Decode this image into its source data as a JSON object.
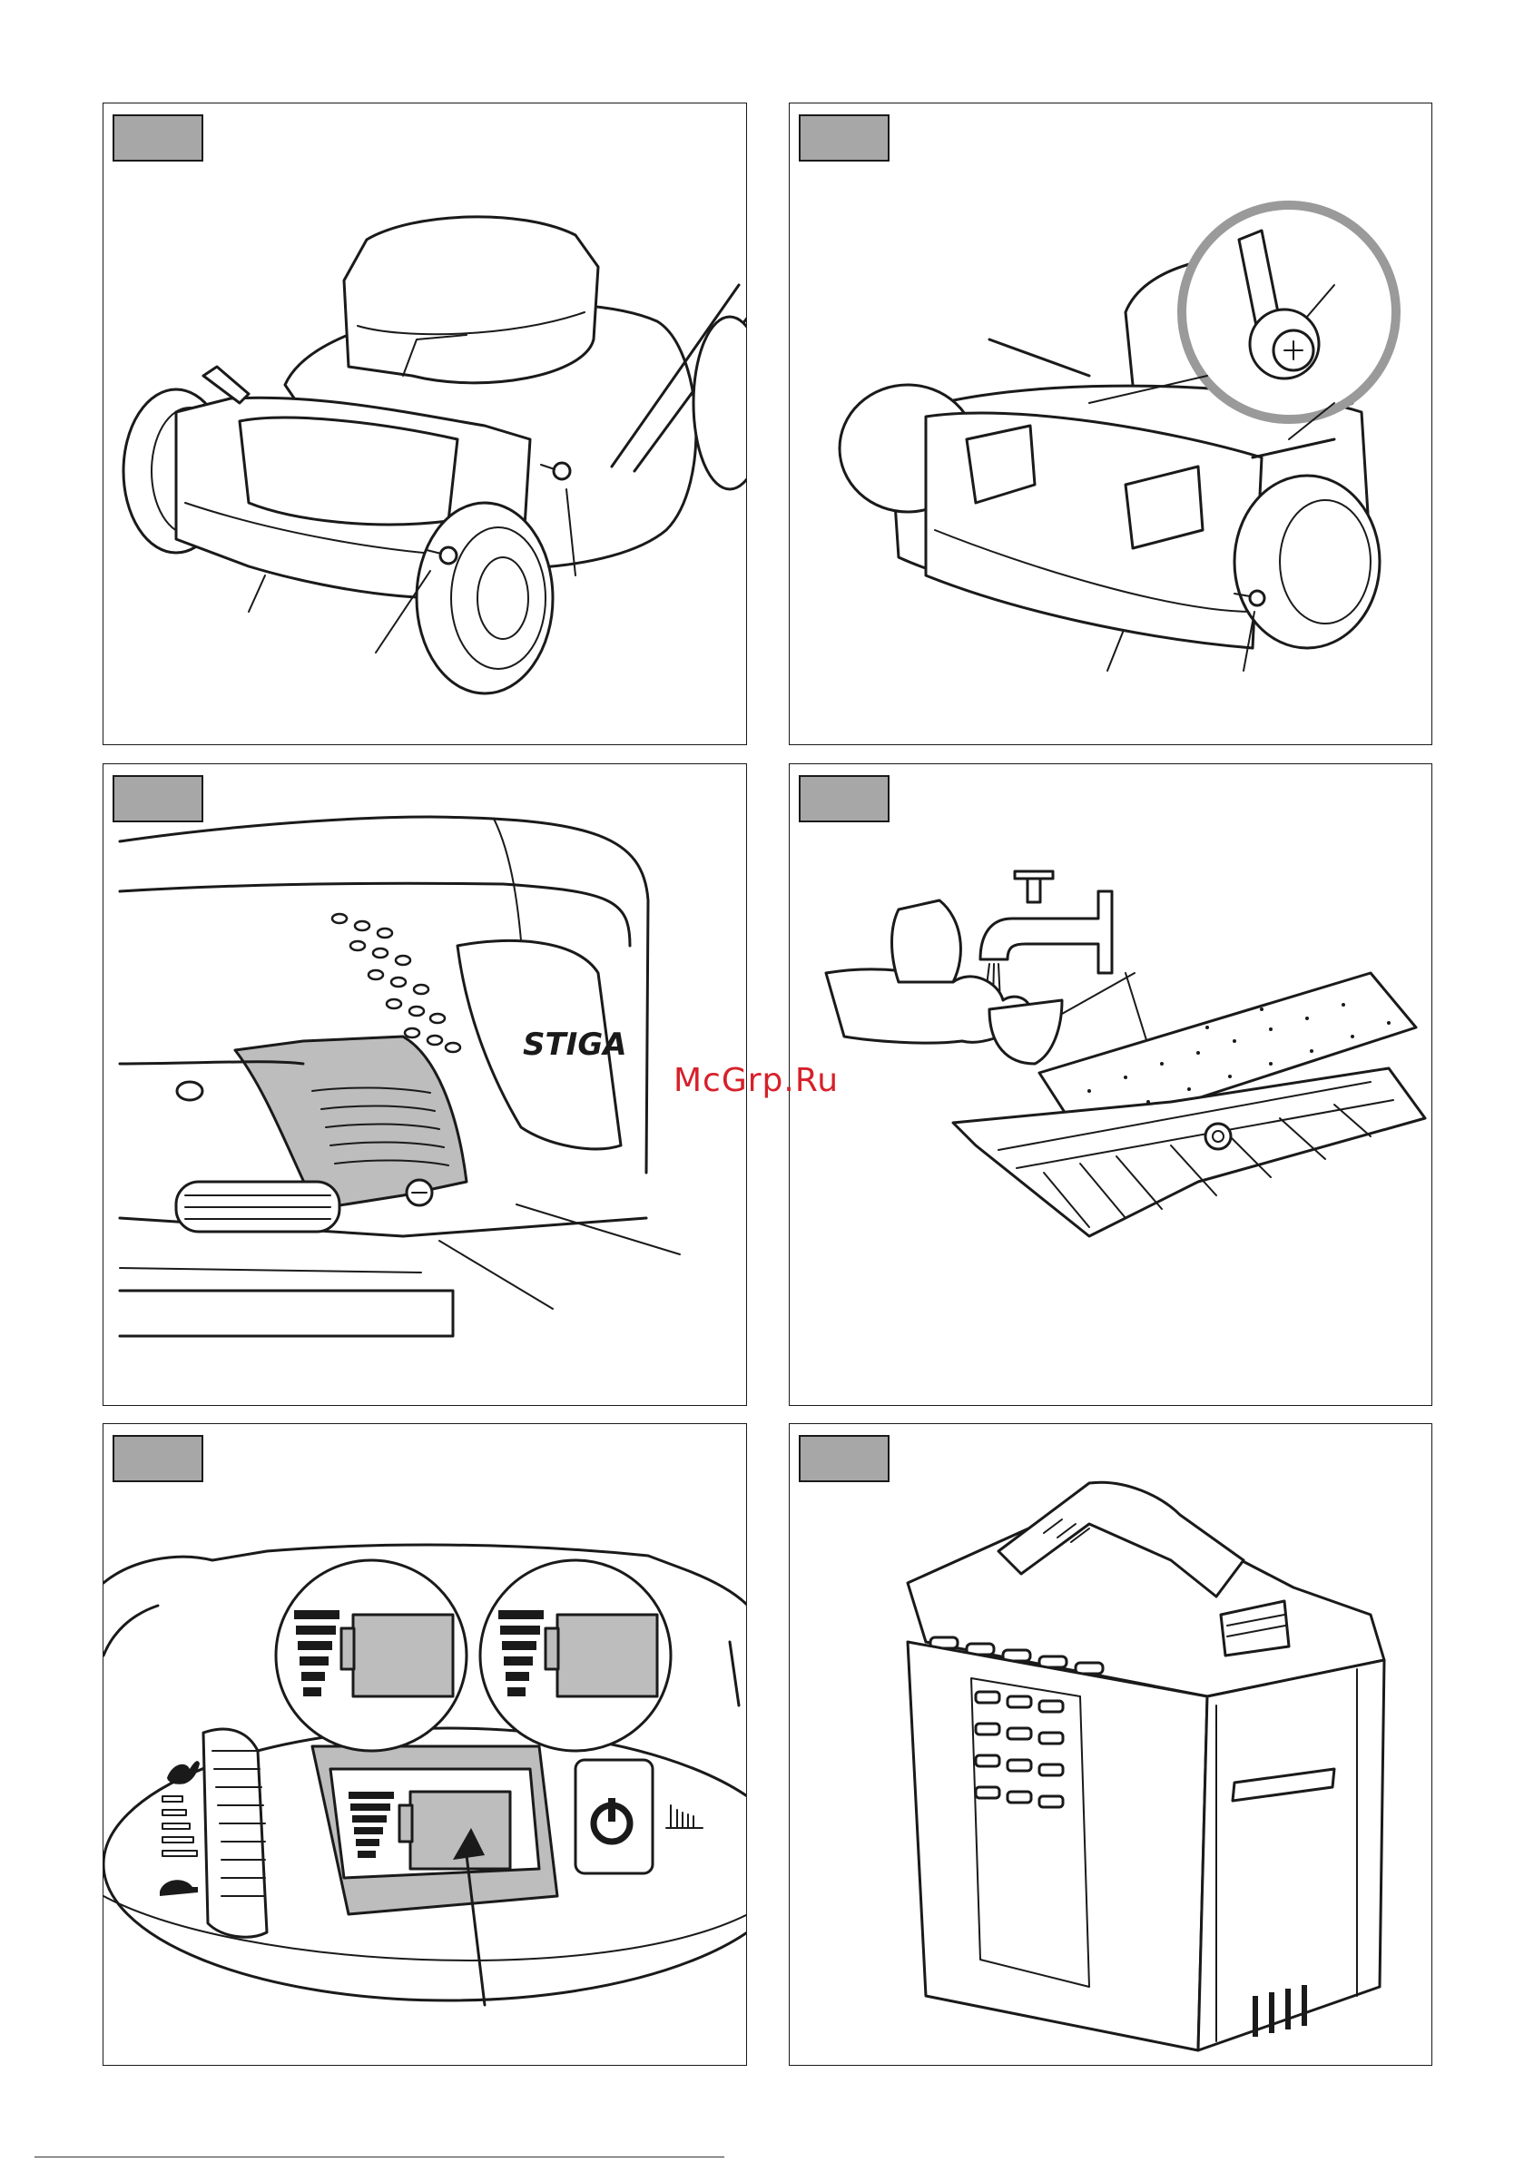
{
  "page": {
    "watermark": "McGrp.Ru",
    "brand_logo": "STIGA"
  },
  "panels": [
    {
      "id": "fig-1",
      "subject": "lawnmower-front-bumper-screws"
    },
    {
      "id": "fig-2",
      "subject": "lawnmower-bumper-screw-detail"
    },
    {
      "id": "fig-3",
      "subject": "air-intake-cover-screw"
    },
    {
      "id": "fig-4",
      "subject": "filter-washing"
    },
    {
      "id": "fig-5",
      "subject": "battery-indicator-panel"
    },
    {
      "id": "fig-6",
      "subject": "battery-pack"
    }
  ],
  "colors": {
    "ink": "#1a1a1a",
    "figure_tag": "#a7a7a7",
    "watermark": "#d6212a",
    "highlight_gray": "#bdbdbd"
  },
  "icons": [
    "hare-icon",
    "tortoise-icon",
    "power-icon",
    "grass-height-icon",
    "battery-level-icon"
  ]
}
